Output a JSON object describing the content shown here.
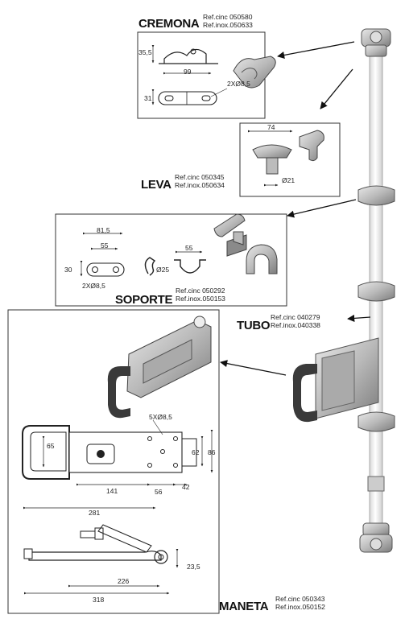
{
  "sections": {
    "cremona": {
      "title": "CREMONA",
      "ref_cinc": "Ref.cinc 050580",
      "ref_inox": "Ref.inox.050633",
      "dims": {
        "height_top": "35,5",
        "length": "99",
        "height_bottom": "31",
        "holes": "2XØ8,5"
      }
    },
    "leva": {
      "title": "LEVA",
      "ref_cinc": "Ref.cinc 050345",
      "ref_inox": "Ref.inox.050634",
      "dims": {
        "width": "74",
        "diameter": "Ø21"
      }
    },
    "soporte": {
      "title": "SOPORTE",
      "ref_cinc": "Ref.cinc 050292",
      "ref_inox": "Ref.inox.050153",
      "dims": {
        "outer": "81,5",
        "inner": "55",
        "height": "30",
        "holes": "2XØ8,5",
        "diameter": "Ø25",
        "clip_width": "55"
      }
    },
    "tubo": {
      "title": "TUBO",
      "ref_cinc": "Ref.cinc 040279",
      "ref_inox": "Ref.inox.040338"
    },
    "maneta": {
      "title": "MANETA",
      "ref_cinc": "Ref.cinc 050343",
      "ref_inox": "Ref.inox.050152",
      "dims": {
        "holes": "5XØ8,5",
        "h1": "65",
        "h2": "62",
        "h3": "86",
        "l1": "141",
        "l2": "56",
        "l3": "42",
        "total_top": "281",
        "offset": "23,5",
        "l4": "226",
        "total": "318"
      }
    }
  },
  "colors": {
    "line": "#222222",
    "metal": "#c9c9c9",
    "metal_dark": "#8a8a8a",
    "grip": "#3a3a3a",
    "tube": "#f2f2f2"
  }
}
